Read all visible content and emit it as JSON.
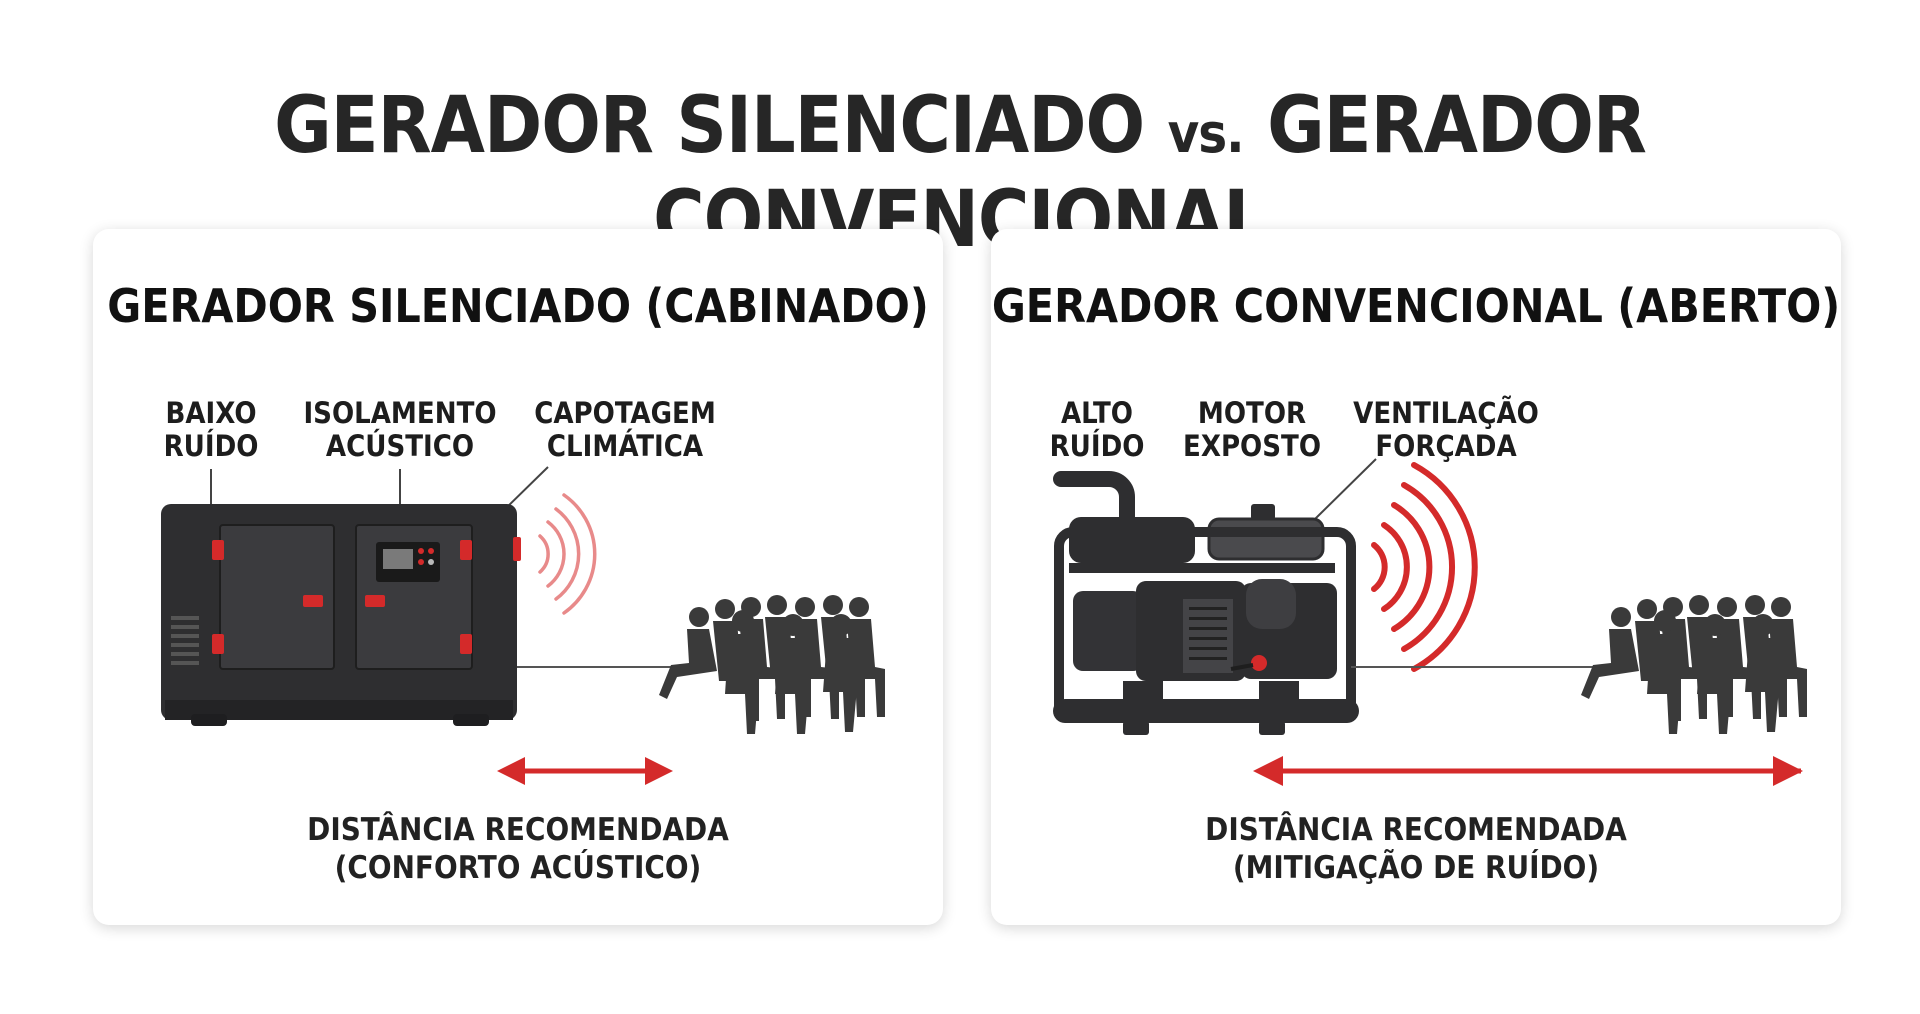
{
  "title": {
    "part1": "GERADOR SILENCIADO",
    "vs": "vs.",
    "part2": "GERADOR CONVENCIONAL"
  },
  "panels": {
    "left": {
      "title": "GERADOR SILENCIADO (CABINADO)",
      "labels": [
        {
          "line1": "BAIXO",
          "line2": "RUÍDO"
        },
        {
          "line1": "ISOLAMENTO",
          "line2": "ACÚSTICO"
        },
        {
          "line1": "CAPOTAGEM",
          "line2": "CLIMÁTICA"
        }
      ],
      "caption": {
        "line1": "DISTÂNCIA RECOMENDADA",
        "line2": "(CONFORTO ACÚSTICO)"
      }
    },
    "right": {
      "title": "GERADOR CONVENCIONAL (ABERTO)",
      "labels": [
        {
          "line1": "ALTO",
          "line2": "RUÍDO"
        },
        {
          "line1": "MOTOR",
          "line2": "EXPOSTO"
        },
        {
          "line1": "VENTILAÇÃO",
          "line2": "FORÇADA"
        }
      ],
      "caption": {
        "line1": "DISTÂNCIA RECOMENDADA",
        "line2": "(MITIGAÇÃO DE RUÍDO)"
      }
    }
  },
  "colors": {
    "accent_red": "#d42a2a",
    "soft_red": "#e88a8a",
    "generator_dark": "#2e2e30",
    "silhouette": "#3a3a3a"
  }
}
